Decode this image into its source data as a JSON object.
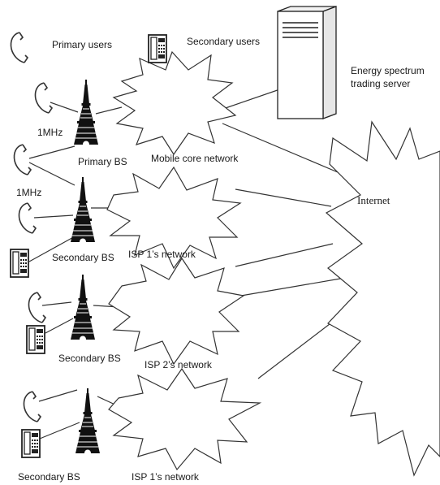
{
  "legend": {
    "primary_users": "Primary users",
    "secondary_users": "Secondary users"
  },
  "server": {
    "label_line1": "Energy spectrum",
    "label_line2": "trading server"
  },
  "internet": {
    "label": "Internet"
  },
  "links": {
    "primary_bandwidth": "1MHz",
    "secondary_bandwidth": "1MHz"
  },
  "stations": {
    "primary_bs": "Primary BS",
    "secondary_bs_1": "Secondary BS",
    "secondary_bs_2": "Secondary BS",
    "secondary_bs_3": "Secondary BS"
  },
  "networks": {
    "mobile_core": "Mobile core  network",
    "isp1_top": "ISP 1’s network",
    "isp2": "ISP 2’s network",
    "isp1_bottom": "ISP 1’s network"
  }
}
